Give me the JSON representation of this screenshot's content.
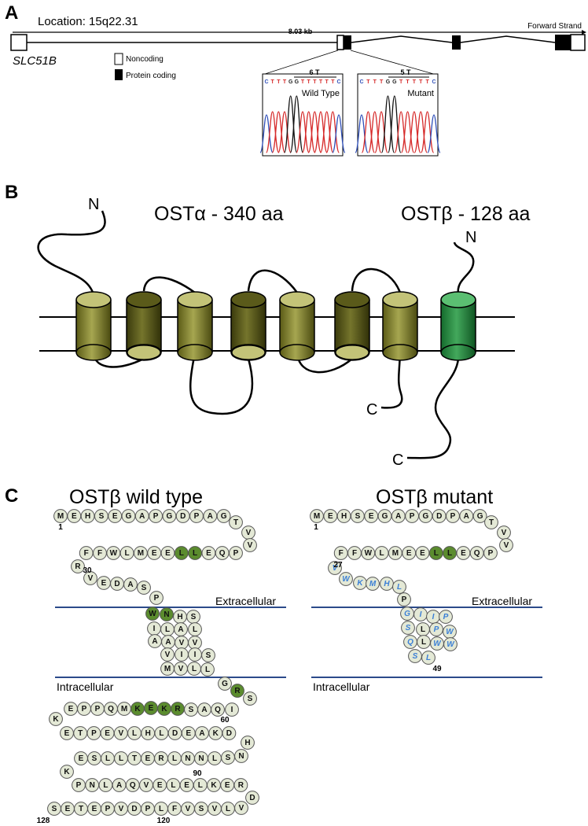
{
  "panels": {
    "a": "A",
    "b": "B",
    "c": "C"
  },
  "panel_a": {
    "location": "Location: 15q22.31",
    "gene": "SLC51B",
    "length": "8.03 kb",
    "strand": "Forward Strand",
    "legend_noncoding": "Noncoding",
    "legend_coding": "Protein coding",
    "wild_type_label": "Wild Type",
    "mutant_label": "Mutant",
    "wild_type_run": "6 T",
    "mutant_run": "5 T",
    "wild_type_bases": [
      "C",
      "T",
      "T",
      "T",
      "G",
      "G",
      "T",
      "T",
      "T",
      "T",
      "T",
      "T",
      "C"
    ],
    "mutant_bases": [
      "C",
      "T",
      "T",
      "T",
      "G",
      "G",
      "T",
      "T",
      "T",
      "T",
      "T",
      "C"
    ]
  },
  "panel_b": {
    "ost_alpha": "OSTα - 340 aa",
    "ost_beta": "OSTβ - 128 aa",
    "n_alpha": "N",
    "n_beta": "N",
    "c_alpha": "C",
    "c_beta": "C"
  },
  "panel_c": {
    "wt_title": "OSTβ wild type",
    "mut_title": "OSTβ mutant",
    "extracellular": "Extracellular",
    "intracellular": "Intracellular",
    "colors": {
      "normal": "#e4e9d6",
      "highlight": "#5b8c2e",
      "mutant": "#e4e9d6",
      "membrane": "#2b4a8a"
    },
    "wt_numbers": {
      "n1": "1",
      "n30": "30",
      "n60": "60",
      "n90": "90",
      "n120": "120",
      "n128": "128"
    },
    "mut_numbers": {
      "n1": "1",
      "n27": "27",
      "n49": "49"
    },
    "wt_residues": [
      {
        "aa": "M"
      },
      {
        "aa": "E"
      },
      {
        "aa": "H"
      },
      {
        "aa": "S"
      },
      {
        "aa": "E"
      },
      {
        "aa": "G"
      },
      {
        "aa": "A"
      },
      {
        "aa": "P"
      },
      {
        "aa": "G"
      },
      {
        "aa": "D"
      },
      {
        "aa": "P"
      },
      {
        "aa": "A"
      },
      {
        "aa": "G"
      },
      {
        "aa": "T"
      },
      {
        "aa": "V"
      },
      {
        "aa": "V"
      },
      {
        "aa": "P"
      },
      {
        "aa": "Q"
      },
      {
        "aa": "E"
      },
      {
        "aa": "L",
        "hl": true
      },
      {
        "aa": "L",
        "hl": true
      },
      {
        "aa": "E"
      },
      {
        "aa": "E"
      },
      {
        "aa": "M"
      },
      {
        "aa": "L"
      },
      {
        "aa": "W"
      },
      {
        "aa": "F"
      },
      {
        "aa": "F"
      },
      {
        "aa": "R"
      },
      {
        "aa": "V"
      },
      {
        "aa": "E"
      },
      {
        "aa": "D"
      },
      {
        "aa": "A"
      },
      {
        "aa": "S"
      },
      {
        "aa": "P"
      },
      {
        "aa": "W",
        "hl": true
      },
      {
        "aa": "N",
        "hl": true
      },
      {
        "aa": "H"
      },
      {
        "aa": "S"
      },
      {
        "aa": "L"
      },
      {
        "aa": "A"
      },
      {
        "aa": "L"
      },
      {
        "aa": "I"
      },
      {
        "aa": "A"
      },
      {
        "aa": "A"
      },
      {
        "aa": "V"
      },
      {
        "aa": "V"
      },
      {
        "aa": "S"
      },
      {
        "aa": "I"
      },
      {
        "aa": "I"
      },
      {
        "aa": "V"
      },
      {
        "aa": "M"
      },
      {
        "aa": "V"
      },
      {
        "aa": "L"
      },
      {
        "aa": "L"
      },
      {
        "aa": "G"
      },
      {
        "aa": "R",
        "hl": true
      },
      {
        "aa": "S"
      },
      {
        "aa": "I"
      },
      {
        "aa": "Q"
      },
      {
        "aa": "A"
      },
      {
        "aa": "S"
      },
      {
        "aa": "R",
        "hl": true
      },
      {
        "aa": "K",
        "hl": true
      },
      {
        "aa": "E",
        "hl": true
      },
      {
        "aa": "K",
        "hl": true
      },
      {
        "aa": "M"
      },
      {
        "aa": "Q"
      },
      {
        "aa": "P"
      },
      {
        "aa": "P"
      },
      {
        "aa": "E"
      },
      {
        "aa": "K"
      },
      {
        "aa": "E"
      },
      {
        "aa": "T"
      },
      {
        "aa": "P"
      },
      {
        "aa": "E"
      },
      {
        "aa": "V"
      },
      {
        "aa": "L"
      },
      {
        "aa": "H"
      },
      {
        "aa": "L"
      },
      {
        "aa": "D"
      },
      {
        "aa": "E"
      },
      {
        "aa": "A"
      },
      {
        "aa": "K"
      },
      {
        "aa": "D"
      },
      {
        "aa": "H"
      },
      {
        "aa": "N"
      },
      {
        "aa": "S"
      },
      {
        "aa": "L"
      },
      {
        "aa": "N"
      },
      {
        "aa": "N"
      },
      {
        "aa": "L"
      },
      {
        "aa": "R"
      },
      {
        "aa": "E"
      },
      {
        "aa": "T"
      },
      {
        "aa": "L"
      },
      {
        "aa": "L"
      },
      {
        "aa": "S"
      },
      {
        "aa": "E"
      },
      {
        "aa": "K"
      },
      {
        "aa": "P"
      },
      {
        "aa": "N"
      },
      {
        "aa": "L"
      },
      {
        "aa": "A"
      },
      {
        "aa": "Q"
      },
      {
        "aa": "V"
      },
      {
        "aa": "E"
      },
      {
        "aa": "L"
      },
      {
        "aa": "E"
      },
      {
        "aa": "L"
      },
      {
        "aa": "K"
      },
      {
        "aa": "E"
      },
      {
        "aa": "R"
      },
      {
        "aa": "D"
      },
      {
        "aa": "V"
      },
      {
        "aa": "L"
      },
      {
        "aa": "V"
      },
      {
        "aa": "S"
      },
      {
        "aa": "V"
      },
      {
        "aa": "F"
      },
      {
        "aa": "L"
      },
      {
        "aa": "P"
      },
      {
        "aa": "D"
      },
      {
        "aa": "V"
      },
      {
        "aa": "P"
      },
      {
        "aa": "E"
      },
      {
        "aa": "T"
      },
      {
        "aa": "E"
      },
      {
        "aa": "S"
      }
    ],
    "mut_residues": [
      {
        "aa": "M"
      },
      {
        "aa": "E"
      },
      {
        "aa": "H"
      },
      {
        "aa": "S"
      },
      {
        "aa": "E"
      },
      {
        "aa": "G"
      },
      {
        "aa": "A"
      },
      {
        "aa": "P"
      },
      {
        "aa": "G"
      },
      {
        "aa": "D"
      },
      {
        "aa": "P"
      },
      {
        "aa": "A"
      },
      {
        "aa": "G"
      },
      {
        "aa": "T"
      },
      {
        "aa": "V"
      },
      {
        "aa": "V"
      },
      {
        "aa": "P"
      },
      {
        "aa": "Q"
      },
      {
        "aa": "E"
      },
      {
        "aa": "L",
        "hl": true
      },
      {
        "aa": "L",
        "hl": true
      },
      {
        "aa": "E"
      },
      {
        "aa": "E"
      },
      {
        "aa": "M"
      },
      {
        "aa": "L"
      },
      {
        "aa": "W"
      },
      {
        "aa": "F"
      },
      {
        "aa": "F"
      },
      {
        "aa": "V",
        "mut": true
      },
      {
        "aa": "W",
        "mut": true
      },
      {
        "aa": "K",
        "mut": true
      },
      {
        "aa": "M",
        "mut": true
      },
      {
        "aa": "H",
        "mut": true
      },
      {
        "aa": "L",
        "mut": true
      },
      {
        "aa": "P"
      },
      {
        "aa": "G",
        "mut": true
      },
      {
        "aa": "I",
        "mut": true
      },
      {
        "aa": "I",
        "mut": true
      },
      {
        "aa": "P",
        "mut": true
      },
      {
        "aa": "S",
        "mut": true
      },
      {
        "aa": "L"
      },
      {
        "aa": "P",
        "mut": true
      },
      {
        "aa": "W",
        "mut": true
      },
      {
        "aa": "Q",
        "mut": true
      },
      {
        "aa": "L"
      },
      {
        "aa": "W",
        "mut": true
      },
      {
        "aa": "W",
        "mut": true
      },
      {
        "aa": "S",
        "mut": true
      },
      {
        "aa": "L",
        "mut": true
      }
    ]
  }
}
